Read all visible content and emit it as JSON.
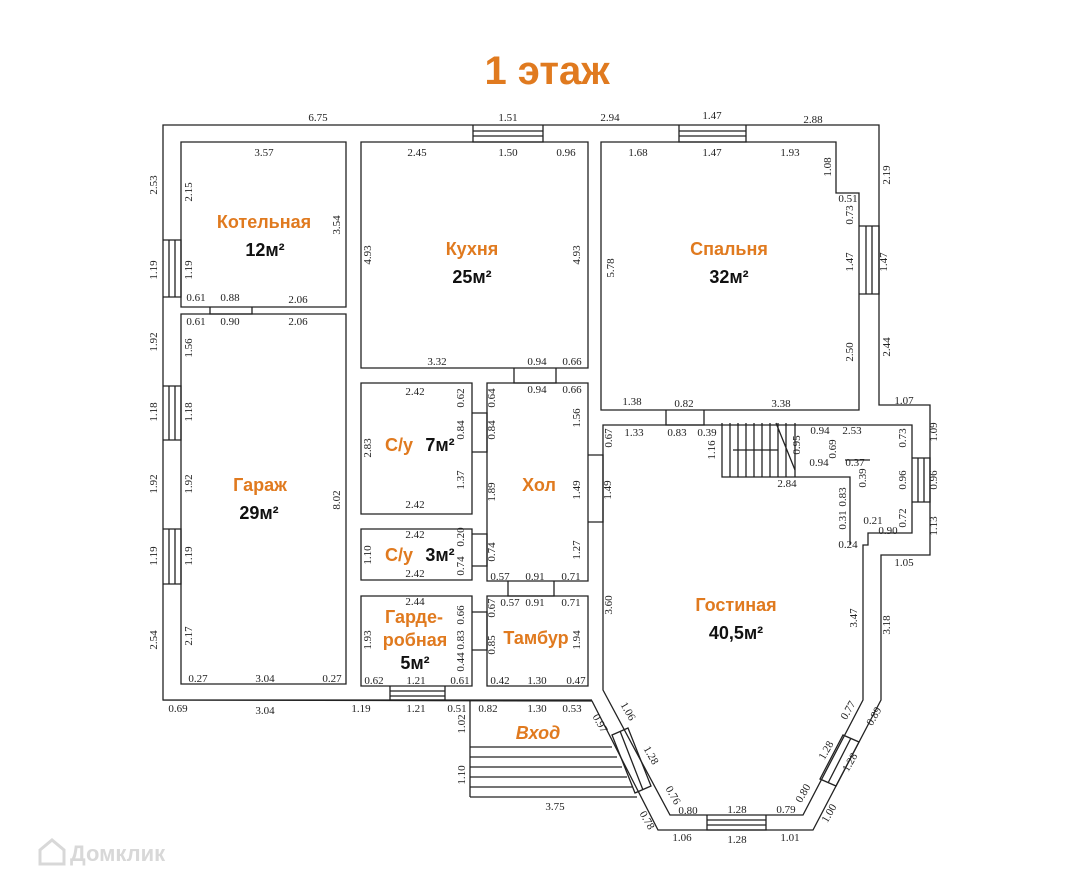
{
  "title": "1 этаж",
  "watermark": "Домклик",
  "accent_color": "#e07a1f",
  "rooms": [
    {
      "name": "Котельная",
      "area": "12м²"
    },
    {
      "name": "Кухня",
      "area": "25м²"
    },
    {
      "name": "Спальня",
      "area": "32м²"
    },
    {
      "name": "Гараж",
      "area": "29м²"
    },
    {
      "name": "С/у",
      "area": "7м²"
    },
    {
      "name": "Хол",
      "area": ""
    },
    {
      "name": "С/у",
      "area": "3м²"
    },
    {
      "name": "Гарде-",
      "name2": "робная",
      "area": "5м²"
    },
    {
      "name": "Тамбур",
      "area": ""
    },
    {
      "name": "Гостиная",
      "area": "40,5м²"
    },
    {
      "name": "Вход",
      "area": ""
    }
  ],
  "dimensions": [
    "6.75",
    "1.51",
    "2.94",
    "1.47",
    "2.88",
    "3.57",
    "2.15",
    "3.54",
    "1.19",
    "0.61",
    "0.88",
    "2.06",
    "0.61",
    "0.90",
    "2.06",
    "1.56",
    "1.18",
    "1.92",
    "1.19",
    "2.17",
    "0.27",
    "3.04",
    "0.27",
    "8.02",
    "2.53",
    "1.19",
    "1.92",
    "1.18",
    "1.92",
    "1.19",
    "2.54",
    "0.69",
    "3.04",
    "1.19",
    "1.21",
    "0.51",
    "0.82",
    "1.30",
    "0.53",
    "2.45",
    "1.50",
    "0.96",
    "4.93",
    "4.93",
    "3.32",
    "0.94",
    "0.66",
    "2.42",
    "0.62",
    "0.84",
    "2.83",
    "1.37",
    "2.42",
    "0.94",
    "0.66",
    "0.64",
    "0.84",
    "1.56",
    "1.89",
    "1.49",
    "1.27",
    "0.74",
    "0.57",
    "0.91",
    "0.71",
    "2.42",
    "0.20",
    "1.10",
    "0.74",
    "2.42",
    "2.44",
    "0.66",
    "1.93",
    "0.83",
    "0.44",
    "0.62",
    "1.21",
    "0.61",
    "0.57",
    "0.91",
    "0.71",
    "0.67",
    "0.85",
    "1.94",
    "0.42",
    "1.30",
    "0.47",
    "1.68",
    "1.47",
    "1.93",
    "1.08",
    "0.51",
    "0.73",
    "5.78",
    "1.47",
    "2.50",
    "1.38",
    "0.82",
    "3.38",
    "2.19",
    "1.47",
    "2.44",
    "1.07",
    "1.09",
    "0.96",
    "1.13",
    "1.05",
    "3.18",
    "0.67",
    "1.33",
    "0.83",
    "0.39",
    "1.16",
    "1.49",
    "2.84",
    "0.95",
    "0.94",
    "2.53",
    "0.69",
    "0.94",
    "0.37",
    "0.39",
    "0.83",
    "0.73",
    "0.96",
    "0.72",
    "0.31",
    "0.21",
    "0.90",
    "0.24",
    "3.60",
    "3.47",
    "1.06",
    "0.97",
    "1.28",
    "0.76",
    "0.78",
    "0.80",
    "1.28",
    "0.79",
    "0.80",
    "1.28",
    "0.77",
    "0.89",
    "1.28",
    "1.00",
    "1.06",
    "1.28",
    "1.01",
    "1.02",
    "1.10",
    "3.75"
  ]
}
